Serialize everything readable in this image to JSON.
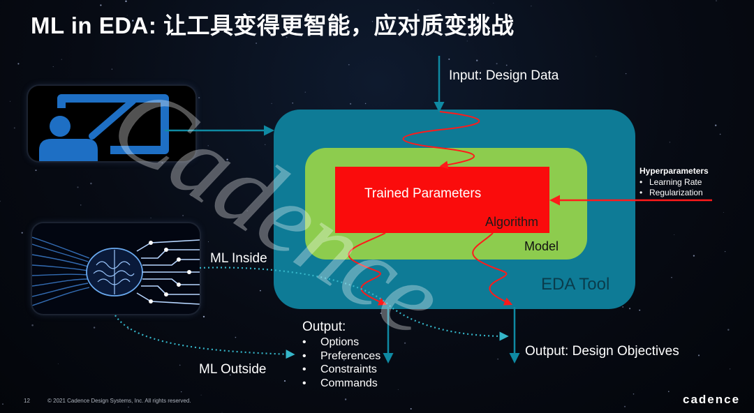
{
  "slide": {
    "title": "ML in EDA: 让工具变得更智能，应对质变挑战"
  },
  "diagram": {
    "input_label": "Input: Design Data",
    "trained_parameters": "Trained Parameters",
    "algorithm": "Algorithm",
    "model": "Model",
    "eda_tool": "EDA Tool",
    "hyperparameters": {
      "title": "Hyperparameters",
      "items": [
        "Learning Rate",
        "Regularization"
      ]
    },
    "ml_inside": "ML Inside",
    "ml_outside": "ML Outside",
    "output": {
      "title": "Output:",
      "items": [
        "Options",
        "Preferences",
        "Constraints",
        "Commands"
      ]
    },
    "output_objectives": "Output: Design Objectives"
  },
  "footer": {
    "page_number": "12",
    "copyright": "© 2021 Cadence Design Systems, Inc. All rights reserved.",
    "logo": "cadence"
  },
  "watermark": "Cadence",
  "icons": {
    "teacher_panel": "presentation-teacher-icon",
    "brain_panel": "neural-brain-circuit-icon"
  },
  "colors": {
    "title": "#ffffff",
    "eda_tool": "#0e7b96",
    "model": "#8dcc4e",
    "algorithm": "#fa0c0c",
    "arrow_teal": "#0f8aa3",
    "arrow_red": "#ff1a1a",
    "dotted_line": "#35b6c9",
    "teacher_icon": "#1e6fc4"
  }
}
